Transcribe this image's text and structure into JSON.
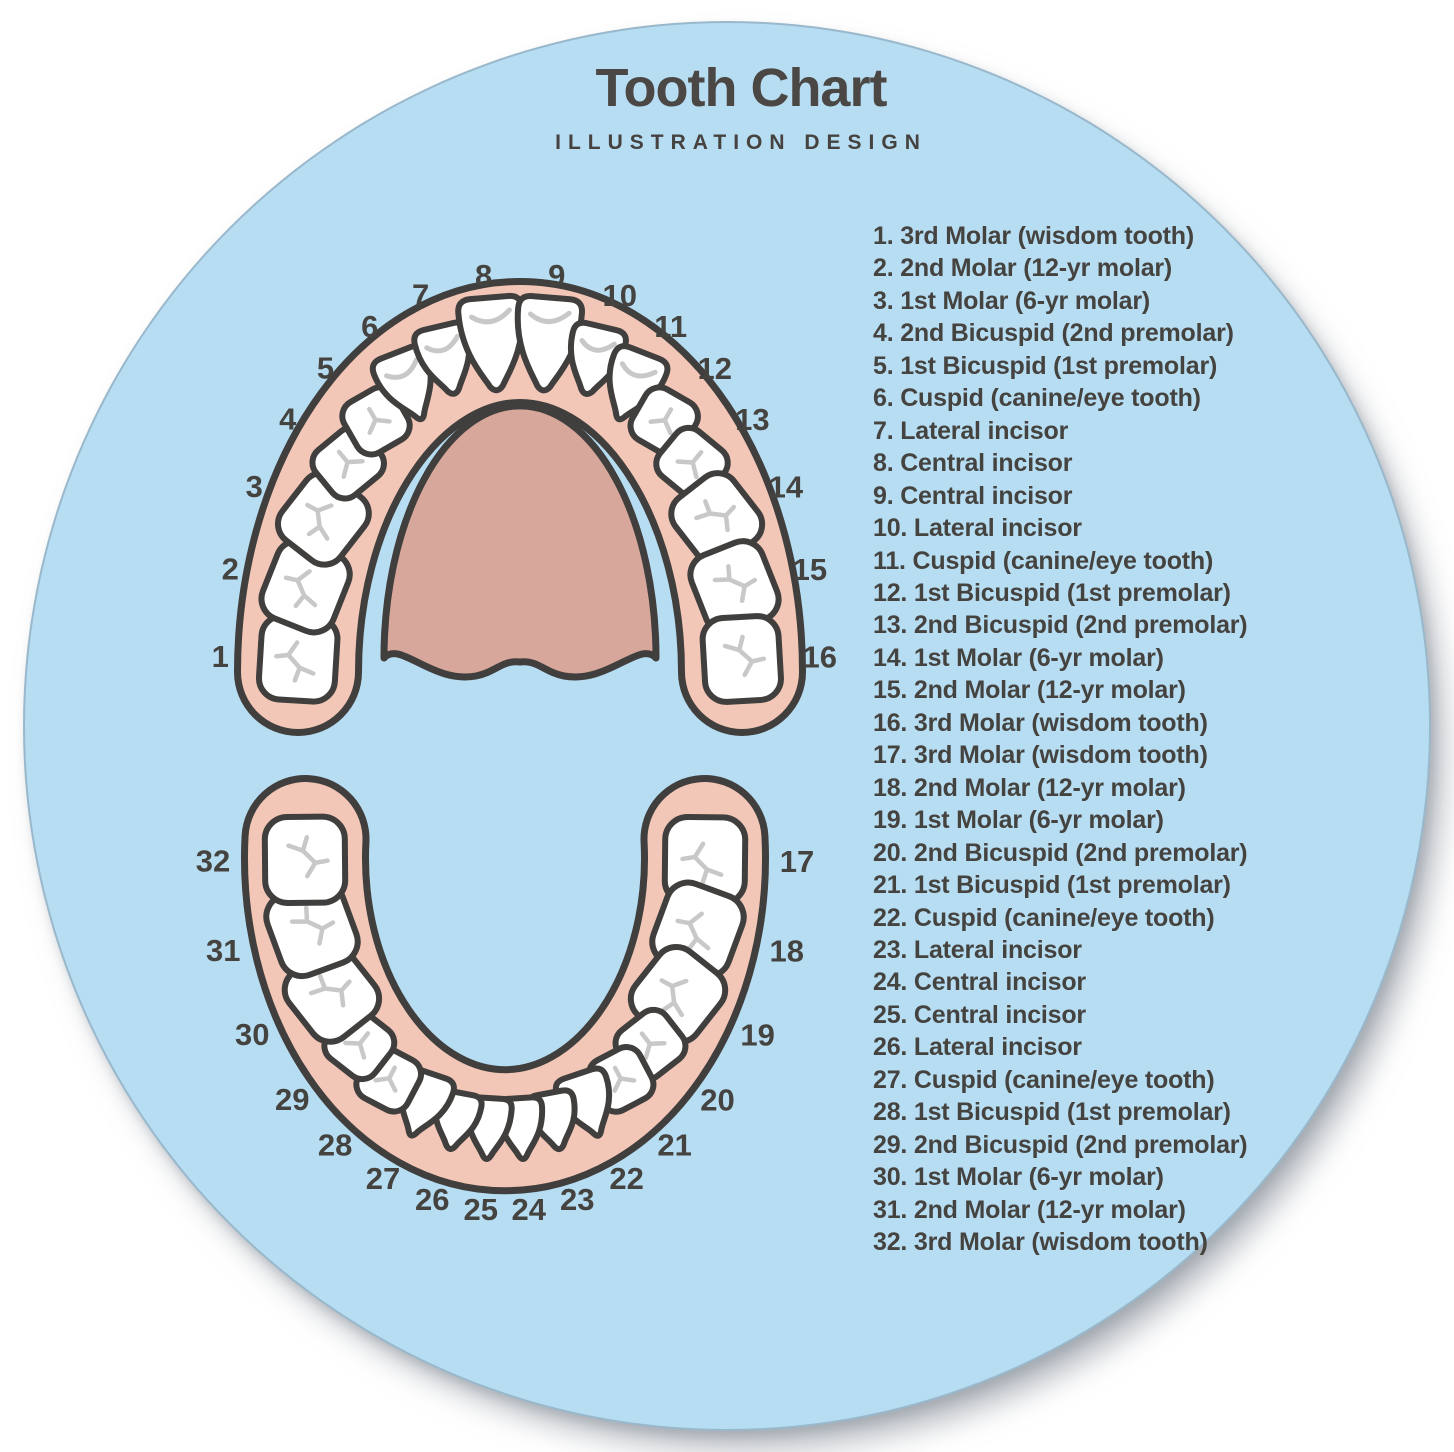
{
  "header": {
    "title": "Tooth Chart",
    "subtitle": "ILLUSTRATION DESIGN"
  },
  "legend": {
    "items": [
      "1. 3rd Molar (wisdom tooth)",
      "2. 2nd Molar (12-yr molar)",
      "3. 1st Molar (6-yr molar)",
      "4. 2nd Bicuspid (2nd premolar)",
      "5. 1st Bicuspid (1st premolar)",
      "6. Cuspid (canine/eye tooth)",
      "7. Lateral incisor",
      "8. Central incisor",
      "9. Central incisor",
      "10. Lateral incisor",
      "11. Cuspid (canine/eye tooth)",
      "12. 1st Bicuspid (1st premolar)",
      "13. 2nd Bicuspid (2nd premolar)",
      "14. 1st Molar (6-yr molar)",
      "15. 2nd Molar (12-yr molar)",
      "16. 3rd Molar (wisdom tooth)",
      "17. 3rd Molar (wisdom tooth)",
      "18. 2nd Molar (12-yr molar)",
      "19. 1st Molar (6-yr molar)",
      "20. 2nd Bicuspid (2nd premolar)",
      "21. 1st Bicuspid (1st premolar)",
      "22. Cuspid (canine/eye tooth)",
      "23. Lateral incisor",
      "24. Central incisor",
      "25. Central incisor",
      "26. Lateral incisor",
      "27. Cuspid (canine/eye tooth)",
      "28. 1st Bicuspid (1st premolar)",
      "29. 2nd Bicuspid (2nd premolar)",
      "30. 1st Molar (6-yr molar)",
      "31. 2nd Molar (12-yr molar)",
      "32. 3rd Molar (wisdom tooth)"
    ]
  },
  "diagram": {
    "upper_numbers": [
      "1",
      "2",
      "3",
      "4",
      "5",
      "6",
      "7",
      "8",
      "9",
      "10",
      "11",
      "12",
      "13",
      "14",
      "15",
      "16"
    ],
    "lower_numbers": [
      "17",
      "18",
      "19",
      "20",
      "21",
      "22",
      "23",
      "24",
      "25",
      "26",
      "27",
      "28",
      "29",
      "30",
      "31",
      "32"
    ],
    "colors": {
      "mat_bg": "#b7ddf2",
      "gum": "#f3c7b7",
      "palate": "#d6a79a",
      "outline": "#403f3d",
      "tooth": "#ffffff",
      "fissure": "#c8c8c8",
      "text": "#454340"
    }
  }
}
